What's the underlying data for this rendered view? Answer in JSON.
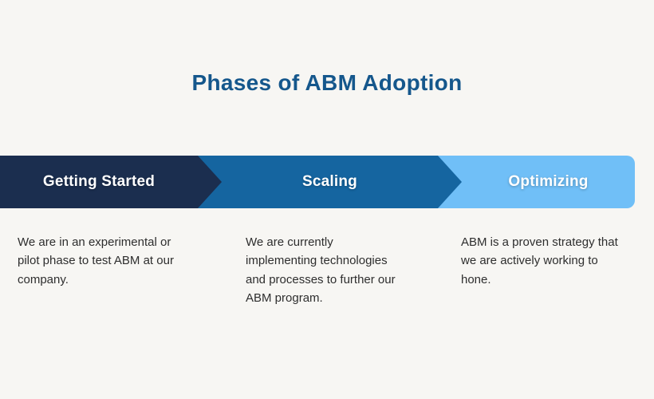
{
  "title": "Phases of ABM Adoption",
  "colors": {
    "background": "#F7F6F3",
    "title": "#15578C",
    "phase1": "#1B2E4F",
    "phase2": "#1565A0",
    "phase3": "#70BFF7",
    "label_text": "#FFFFFF",
    "body_text": "#2E2E2E"
  },
  "phases": [
    {
      "label": "Getting Started",
      "description": "We are in an experimental or pilot phase to test ABM at our company."
    },
    {
      "label": "Scaling",
      "description": "We are currently implementing technologies and processes to further our ABM program."
    },
    {
      "label": "Optimizing",
      "description": "ABM is a proven strategy that we are actively working to hone."
    }
  ]
}
